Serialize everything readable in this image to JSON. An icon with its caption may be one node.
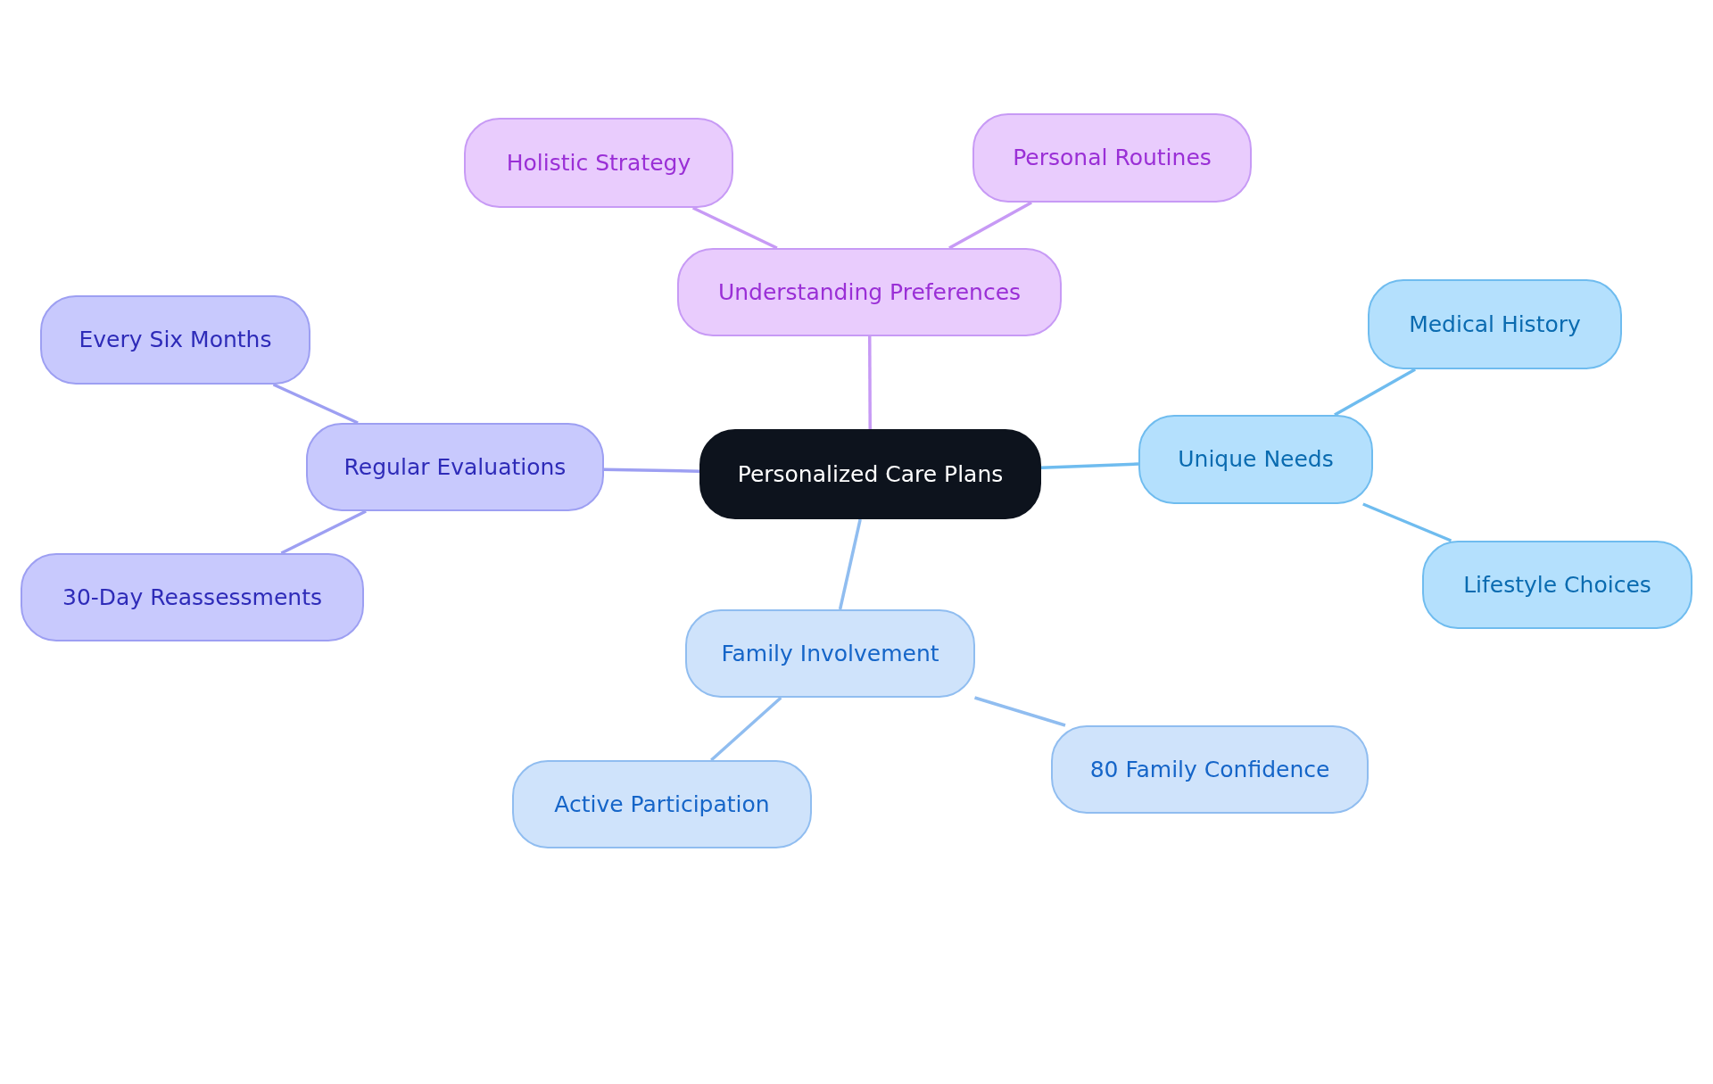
{
  "diagram": {
    "nodes": [
      {
        "text": [
          "Personalized Care Plans"
        ]
      },
      {
        "text": [
          "Understanding Preferences"
        ]
      },
      {
        "text": [
          "Holistic Strategy"
        ]
      },
      {
        "text": [
          "Personal Routines"
        ]
      },
      {
        "text": [
          "Unique Needs"
        ]
      },
      {
        "text": [
          "Medical History"
        ]
      },
      {
        "text": [
          "Lifestyle Choices"
        ]
      },
      {
        "text": [
          "Family Involvement"
        ]
      },
      {
        "text": [
          "Active Participation"
        ]
      },
      {
        "text": [
          "80 Family Confidence"
        ]
      },
      {
        "text": [
          "Regular Evaluations"
        ]
      },
      {
        "text": [
          "Every Six Months"
        ]
      },
      {
        "text": [
          "30-Day Reassessments"
        ]
      }
    ],
    "edges": [
      {
        "from": 0,
        "to": 1,
        "arrow": "none",
        "color": "#c79af5"
      },
      {
        "from": 1,
        "to": 2,
        "arrow": "none",
        "color": "#c79af5"
      },
      {
        "from": 1,
        "to": 3,
        "arrow": "none",
        "color": "#c79af5"
      },
      {
        "from": 0,
        "to": 4,
        "arrow": "none",
        "color": "#6fbcef"
      },
      {
        "from": 4,
        "to": 5,
        "arrow": "none",
        "color": "#6fbcef"
      },
      {
        "from": 4,
        "to": 6,
        "arrow": "none",
        "color": "#6fbcef"
      },
      {
        "from": 0,
        "to": 7,
        "arrow": "none",
        "color": "#90bdf0"
      },
      {
        "from": 7,
        "to": 8,
        "arrow": "none",
        "color": "#90bdf0"
      },
      {
        "from": 7,
        "to": 9,
        "arrow": "none",
        "color": "#90bdf0"
      },
      {
        "from": 0,
        "to": 10,
        "arrow": "none",
        "color": "#9d9ff2"
      },
      {
        "from": 10,
        "to": 11,
        "arrow": "none",
        "color": "#9d9ff2"
      },
      {
        "from": 10,
        "to": 12,
        "arrow": "none",
        "color": "#9d9ff2"
      }
    ]
  }
}
